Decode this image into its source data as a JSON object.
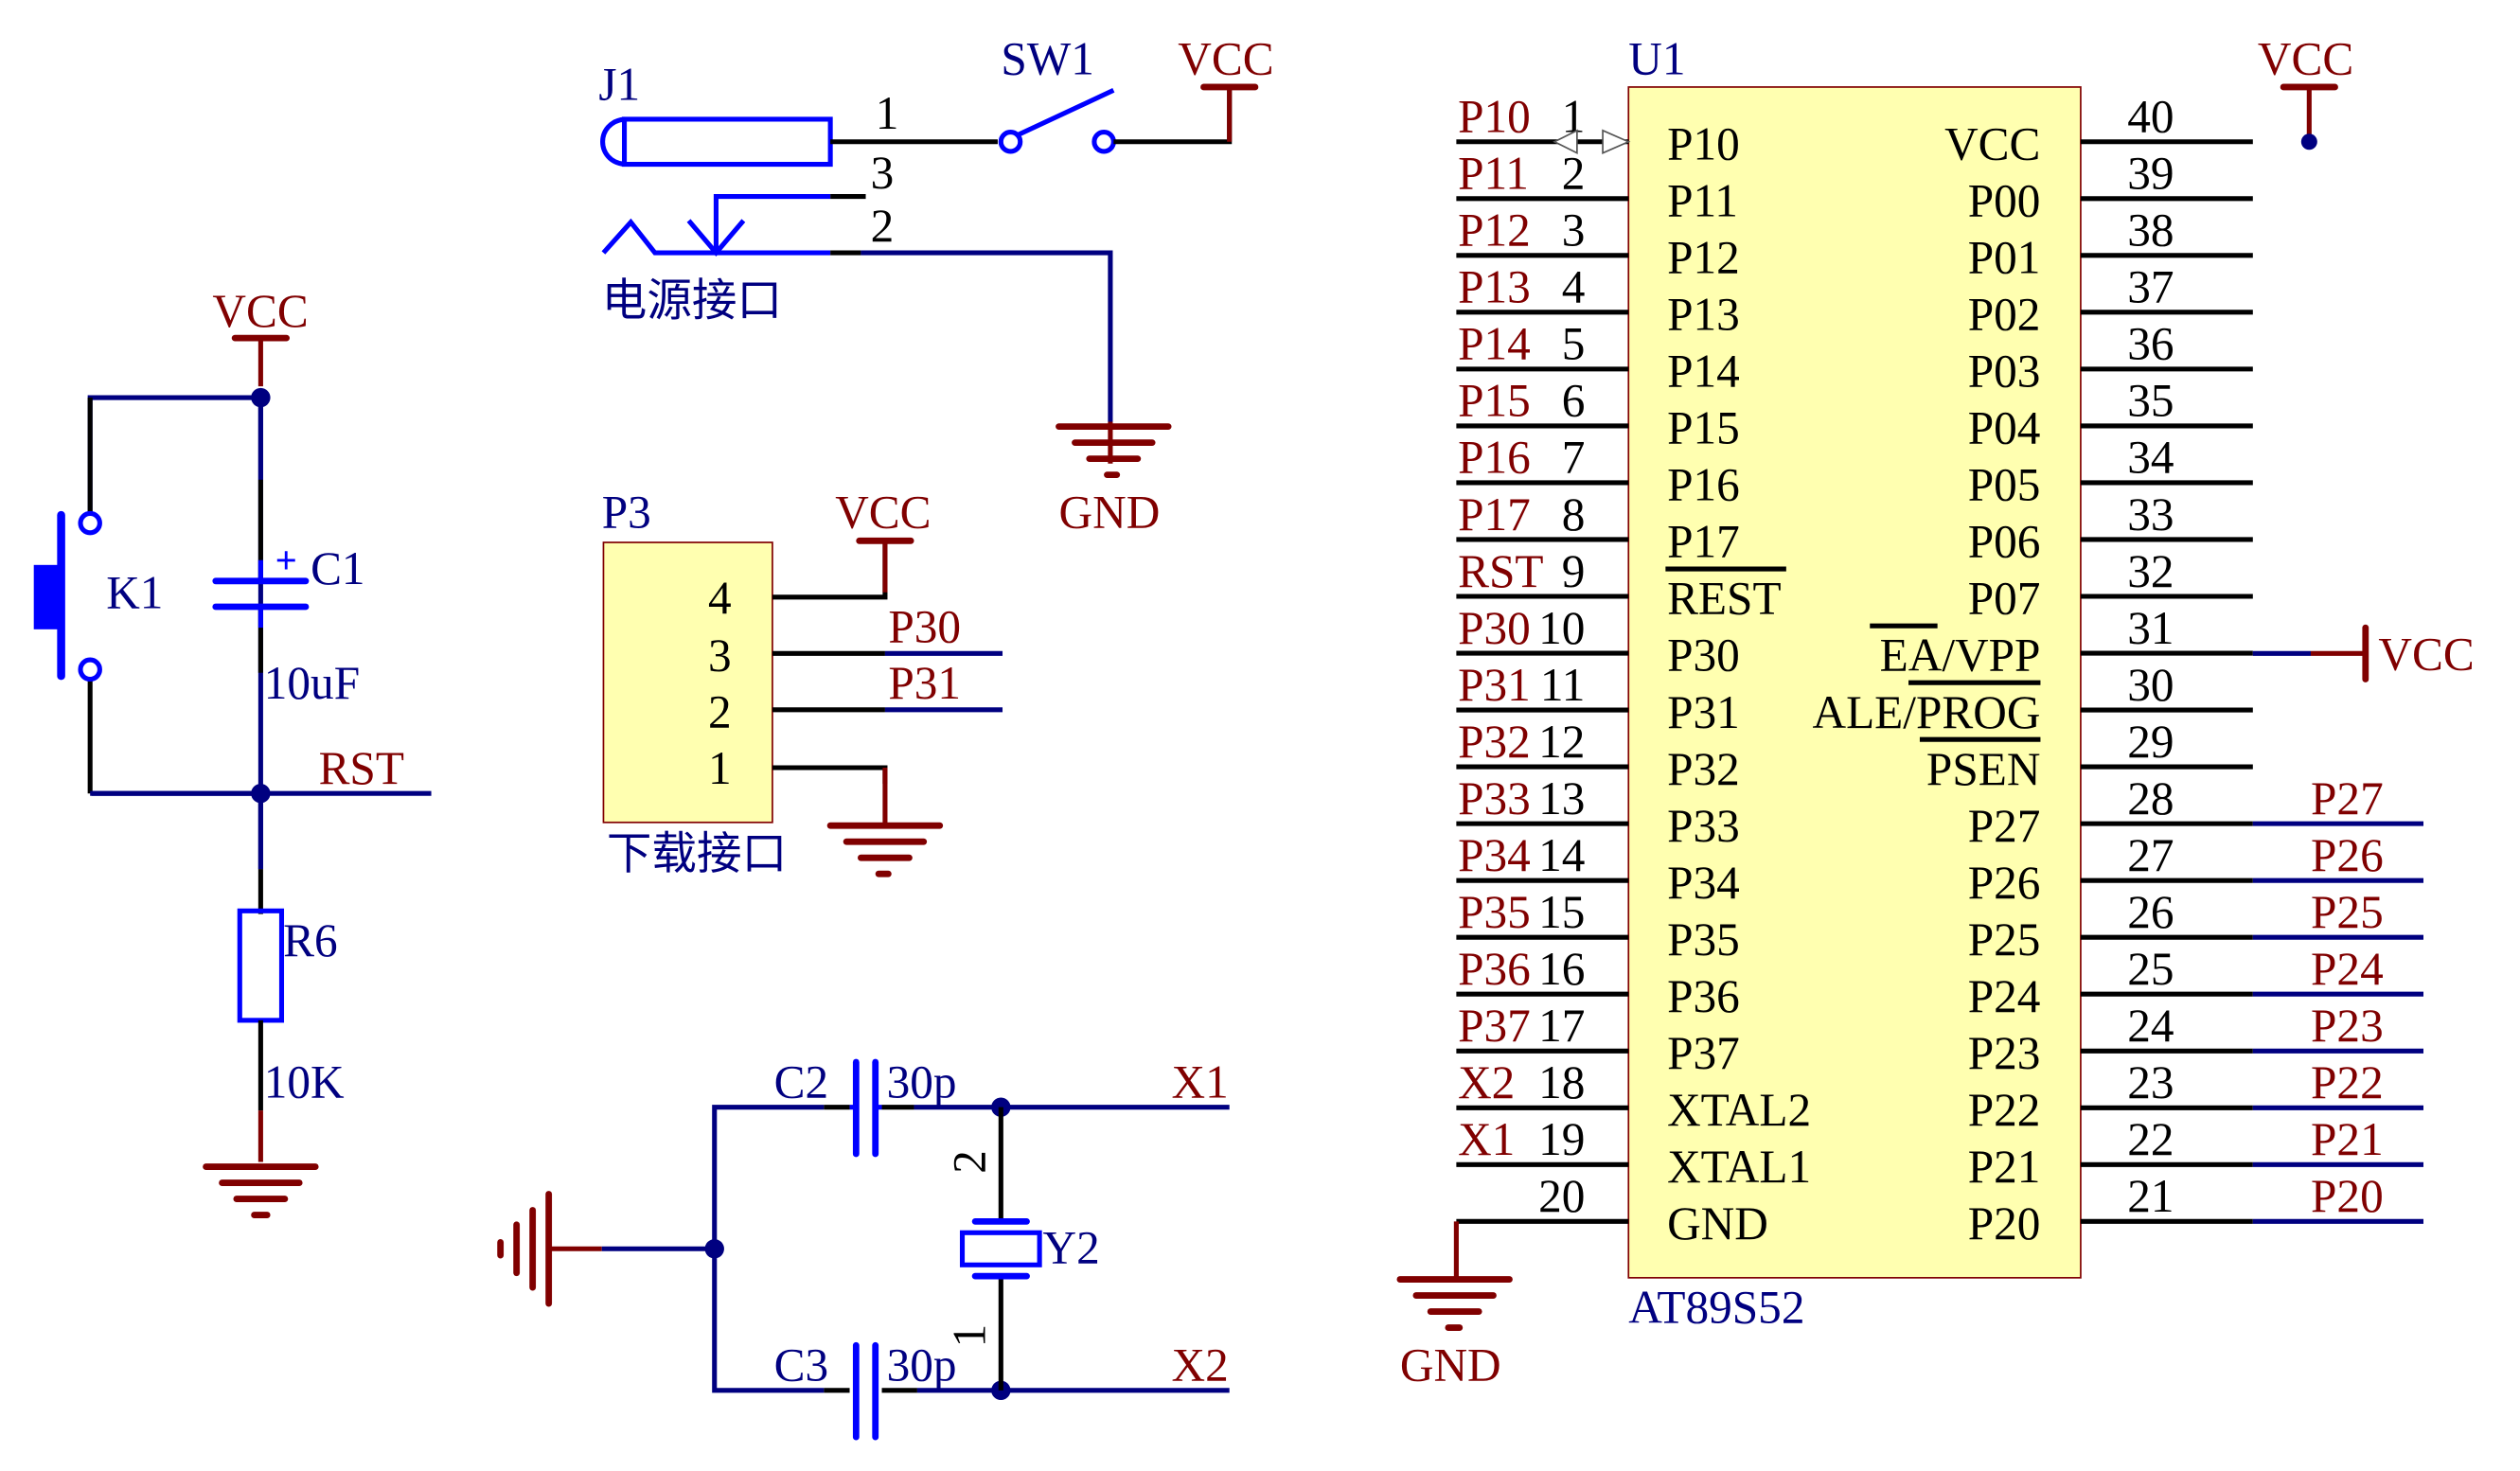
{
  "schematic": {
    "title": "AT89S52 minimum system schematic",
    "colors": {
      "power_port": "#800000",
      "wire": "#000080",
      "part_body": "#0000ff",
      "pin": "#000000",
      "chip_fill": "#ffffb0"
    },
    "reset_circuit": {
      "vcc_label": "VCC",
      "switch_ref": "K1",
      "cap_ref": "C1",
      "cap_polarity": "+",
      "cap_value": "10uF",
      "net_label": "RST",
      "res_ref": "R6",
      "res_value": "10K"
    },
    "power_jack": {
      "ref": "J1",
      "pin1": "1",
      "pin2": "2",
      "pin3": "3",
      "switch_ref": "SW1",
      "vcc_label": "VCC",
      "gnd_label": "GND",
      "caption": "电源接口"
    },
    "download_port": {
      "ref": "P3",
      "vcc_label": "VCC",
      "pins": [
        "4",
        "3",
        "2",
        "1"
      ],
      "net_p30": "P30",
      "net_p31": "P31",
      "caption": "下载接口"
    },
    "crystal": {
      "c2_ref": "C2",
      "c2_value": "30p",
      "c3_ref": "C3",
      "c3_value": "30p",
      "xtal_ref": "Y2",
      "xtal_pin2": "2",
      "xtal_pin1": "1",
      "net_x1": "X1",
      "net_x2": "X2"
    },
    "mcu": {
      "ref": "U1",
      "part": "AT89S52",
      "top_vcc_label": "VCC",
      "ea_vcc_label": "VCC",
      "gnd_label": "GND",
      "left_pins": [
        {
          "num": "1",
          "name": "P10",
          "net": "P10"
        },
        {
          "num": "2",
          "name": "P11",
          "net": "P11"
        },
        {
          "num": "3",
          "name": "P12",
          "net": "P12"
        },
        {
          "num": "4",
          "name": "P13",
          "net": "P13"
        },
        {
          "num": "5",
          "name": "P14",
          "net": "P14"
        },
        {
          "num": "6",
          "name": "P15",
          "net": "P15"
        },
        {
          "num": "7",
          "name": "P16",
          "net": "P16"
        },
        {
          "num": "8",
          "name": "P17",
          "net": "P17"
        },
        {
          "num": "9",
          "name": "REST",
          "net": "RST"
        },
        {
          "num": "10",
          "name": "P30",
          "net": "P30"
        },
        {
          "num": "11",
          "name": "P31",
          "net": "P31"
        },
        {
          "num": "12",
          "name": "P32",
          "net": "P32"
        },
        {
          "num": "13",
          "name": "P33",
          "net": "P33"
        },
        {
          "num": "14",
          "name": "P34",
          "net": "P34"
        },
        {
          "num": "15",
          "name": "P35",
          "net": "P35"
        },
        {
          "num": "16",
          "name": "P36",
          "net": "P36"
        },
        {
          "num": "17",
          "name": "P37",
          "net": "P37"
        },
        {
          "num": "18",
          "name": "XTAL2",
          "net": "X2"
        },
        {
          "num": "19",
          "name": "XTAL1",
          "net": "X1"
        },
        {
          "num": "20",
          "name": "GND",
          "net": ""
        }
      ],
      "right_pins": [
        {
          "num": "40",
          "name": "VCC",
          "net": ""
        },
        {
          "num": "39",
          "name": "P00",
          "net": ""
        },
        {
          "num": "38",
          "name": "P01",
          "net": ""
        },
        {
          "num": "37",
          "name": "P02",
          "net": ""
        },
        {
          "num": "36",
          "name": "P03",
          "net": ""
        },
        {
          "num": "35",
          "name": "P04",
          "net": ""
        },
        {
          "num": "34",
          "name": "P05",
          "net": ""
        },
        {
          "num": "33",
          "name": "P06",
          "net": ""
        },
        {
          "num": "32",
          "name": "P07",
          "net": ""
        },
        {
          "num": "31",
          "name": "EA/VPP",
          "net": ""
        },
        {
          "num": "30",
          "name": "ALE/PROG",
          "net": ""
        },
        {
          "num": "29",
          "name": "PSEN",
          "net": ""
        },
        {
          "num": "28",
          "name": "P27",
          "net": "P27"
        },
        {
          "num": "27",
          "name": "P26",
          "net": "P26"
        },
        {
          "num": "26",
          "name": "P25",
          "net": "P25"
        },
        {
          "num": "25",
          "name": "P24",
          "net": "P24"
        },
        {
          "num": "24",
          "name": "P23",
          "net": "P23"
        },
        {
          "num": "23",
          "name": "P22",
          "net": "P22"
        },
        {
          "num": "22",
          "name": "P21",
          "net": "P21"
        },
        {
          "num": "21",
          "name": "P20",
          "net": "P20"
        }
      ]
    }
  }
}
